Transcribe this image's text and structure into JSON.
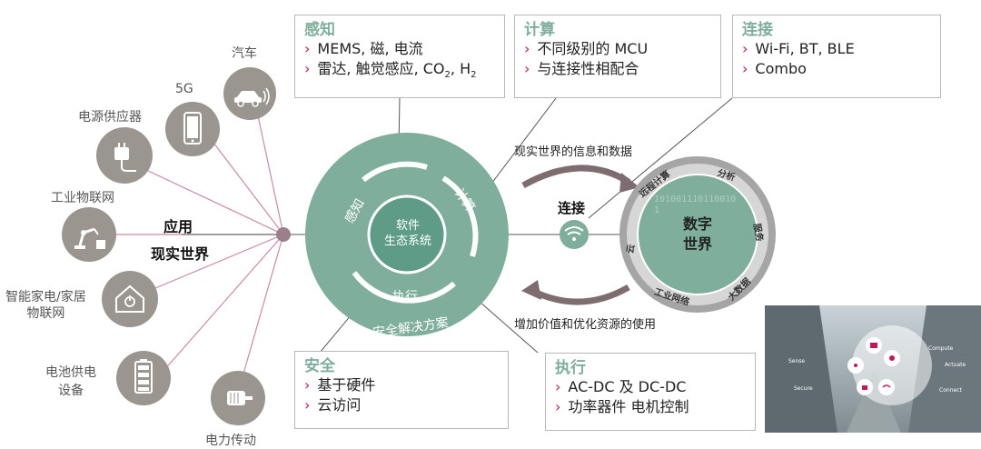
{
  "boxes": {
    "sense": {
      "title": "感知",
      "items": [
        "MEMS, 磁, 电流",
        "雷达, 触觉感应, CO",
        "2",
        ", H",
        "2"
      ]
    },
    "compute": {
      "title": "计算",
      "items": [
        "不同级别的 MCU",
        "与连接性相配合"
      ]
    },
    "connect": {
      "title": "连接",
      "items": [
        "Wi-Fi, BT, BLE",
        "Combo"
      ]
    },
    "security": {
      "title": "安全",
      "items": [
        "基于硬件",
        "云访问"
      ]
    },
    "actuate": {
      "title": "执行",
      "items": [
        "AC-DC 及 DC-DC",
        "功率器件 电机控制"
      ]
    }
  },
  "apps": {
    "car": "汽车",
    "fiveg": "5G",
    "power_supply": "电源供应器",
    "iiot": "工业物联网",
    "smart_home": "智能家电/家居\n物联网",
    "battery": "电池供电\n设备",
    "drive": "电力传动"
  },
  "center_labels": {
    "line1": "应用",
    "line2": "现实世界"
  },
  "ring": {
    "core": "软件\n生态系统",
    "sense": "感知",
    "compute": "计算",
    "actuate": "执行",
    "outer": "安全解决方案"
  },
  "flow": {
    "top": "现实世界的信息和数据",
    "bottom": "增加价值和优化资源的使用",
    "connect": "连接"
  },
  "digital": {
    "center": "数字\n世界",
    "segments": [
      "远程计算",
      "分析",
      "服务",
      "大数据",
      "工业网络",
      "云"
    ],
    "binary": "1010011101100101"
  },
  "photo_labels": [
    "Sense",
    "Secure",
    "Compute",
    "Actuate",
    "Connect"
  ],
  "colors": {
    "teal": "#7fae9c",
    "teal_dark": "#5c9985",
    "gray": "#9b9590",
    "accent": "#c2185b"
  }
}
